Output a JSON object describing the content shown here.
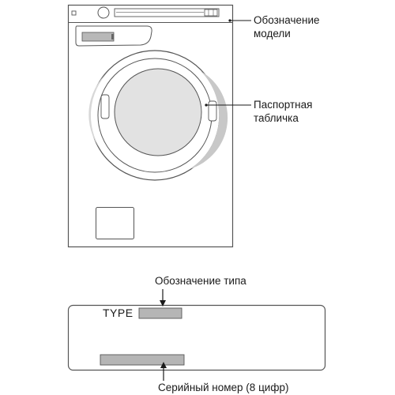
{
  "labels": {
    "model": {
      "line1": "Обозначение",
      "line2": "модели"
    },
    "plate": {
      "line1": "Паспортная",
      "line2": "табличка"
    },
    "type_designation": "Обозначение типа",
    "serial_number": "Серийный номер (8 цифр)"
  },
  "plate_card": {
    "type_text": "TYPE"
  },
  "colors": {
    "outline": "#555555",
    "door_glass": "#e2e2e2",
    "door_shade": "#c8c8c8",
    "field_fill": "#b5b5b5",
    "line": "#1a1a1a"
  }
}
